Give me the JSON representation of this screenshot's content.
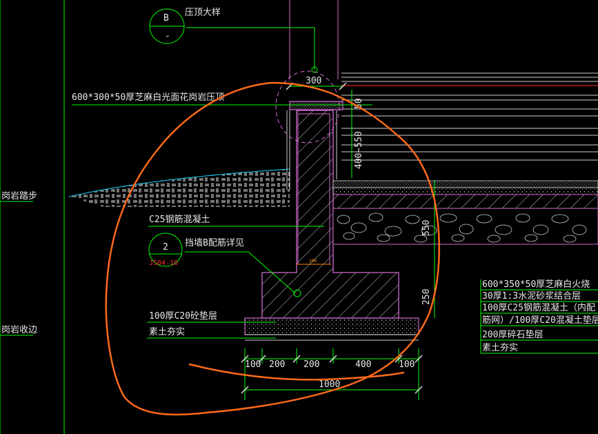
{
  "colors": {
    "background": "#000000",
    "leader": "#00ff00",
    "concrete": "#d36bd3",
    "hatch": "#cfcfcf",
    "text": "#e8e8e8",
    "markup": "#ff6a1a",
    "ref_red": "#ff3030"
  },
  "detail_b": {
    "letter": "B",
    "sub": "-",
    "title": "压顶大样"
  },
  "detail_2": {
    "number": "2",
    "ref": "JS04-10",
    "note": "挡墙B配筋详见"
  },
  "left_labels": {
    "steps": "岗岩踏步",
    "edging": "岗岩收边"
  },
  "labels": {
    "coping": "600*300*50厚芝麻白光面花岗岩压顶",
    "concrete": "C25钢筋混凝土",
    "cushion": "100厚C20砼垫层",
    "soil": "素土夯实",
    "small_200": "200"
  },
  "right_layers": [
    "600*350*50厚芝麻白火烧",
    "30厚1:3水泥砂浆结合层",
    "100厚C25钢筋混凝土（内配",
    "筋网）/100厚C20混凝土垫层",
    "200厚碎石垫层",
    "素土夯实"
  ],
  "dims": {
    "top": "300",
    "v_coping": "50",
    "v_wall": "400~550",
    "v_mid": "550",
    "v_footing": "250",
    "bottom": [
      "100",
      "200",
      "200",
      "400",
      "100"
    ],
    "total": "1000"
  }
}
